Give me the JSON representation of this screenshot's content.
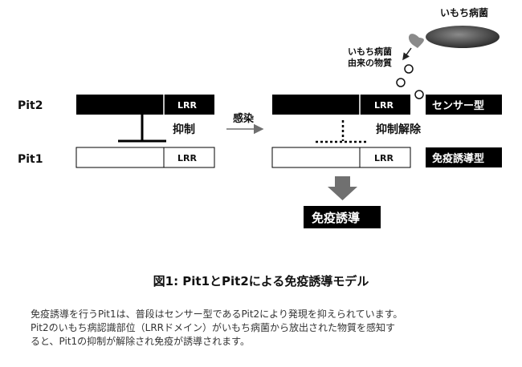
{
  "pathogen": {
    "name": "いもち病菌",
    "derived_substance_line1": "いもち病菌",
    "derived_substance_line2": "由来の物質"
  },
  "left": {
    "pit2_label": "Pit2",
    "pit1_label": "Pit1",
    "lrr_label": "LRR",
    "suppress_label": "抑制"
  },
  "arrow_label": "感染",
  "right": {
    "lrr_label": "LRR",
    "release_label": "抑制解除",
    "sensor_type": "センサー型",
    "inducer_type": "免疫誘導型",
    "result": "免疫誘導"
  },
  "caption": {
    "title": "図1: Pit1とPit2による免疫誘導モデル",
    "lines": [
      "免疫誘導を行うPit1は、普段はセンサー型であるPit2により発現を抑えられています。",
      "Pit2のいもち病認識部位（LRRドメイン）がいもち病菌から放出された物質を感知す",
      "ると、Pit1の抑制が解除され免疫が誘導されます。"
    ]
  },
  "colors": {
    "black": "#000000",
    "gray_arrow": "#707070",
    "fungus_dark": "#3a3a3a",
    "fungus_light": "#9a9a9a"
  }
}
